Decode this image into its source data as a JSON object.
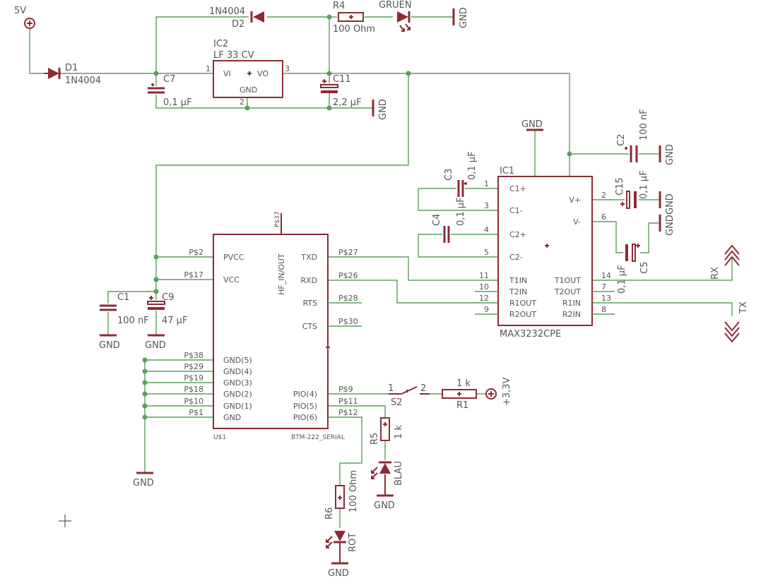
{
  "components": {
    "d1": {
      "ref": "D1",
      "value": "1N4004"
    },
    "d2": {
      "ref": "D2",
      "value": "1N4004"
    },
    "r4": {
      "ref": "R4",
      "value": "100 Ohm"
    },
    "led_gruen": {
      "value": "GRUEN"
    },
    "ic2": {
      "ref": "IC2",
      "value": "LF 33 CV",
      "pin_vi": "VI",
      "pin_vo": "VO",
      "pin_gnd": "GND",
      "pin1": "1",
      "pin2": "2",
      "pin3": "3"
    },
    "c7": {
      "ref": "C7",
      "value": "0,1 µF"
    },
    "c11": {
      "ref": "C11",
      "value": "2,2 µF"
    },
    "c1": {
      "ref": "C1",
      "value": "100 nF"
    },
    "c9": {
      "ref": "C9",
      "value": "47 µF"
    },
    "c2": {
      "ref": "C2",
      "value": "100 nF"
    },
    "c3": {
      "ref": "C3",
      "value": "0,1 µF"
    },
    "c4": {
      "ref": "C4",
      "value": "0,1 µF"
    },
    "c15": {
      "ref": "C15",
      "value": "0,1 µF"
    },
    "c5": {
      "ref": "C5",
      "value": "0,1 µF"
    },
    "ic1": {
      "ref": "IC1",
      "value": "MAX3232CPE"
    },
    "r1": {
      "ref": "R1",
      "value": "1 k"
    },
    "s2": {
      "ref": "S2",
      "pin1": "1",
      "pin2": "2"
    },
    "r5": {
      "ref": "R5",
      "value": "1 k"
    },
    "led_blau": {
      "value": "BLAU"
    },
    "r6": {
      "ref": "R6",
      "value": "100 Ohm"
    },
    "led_rot": {
      "value": "ROT"
    },
    "u1": {
      "ref": "U$1",
      "value": "BTM-222_SERIAL",
      "top_pin": "P$37",
      "hf_pin": "HF_IN/OUT"
    }
  },
  "supplies": {
    "v5": "5V",
    "v33": "+3,3V",
    "gnd": "GND",
    "rx": "RX",
    "tx": "TX"
  },
  "u1_left_pins": [
    {
      "num": "P$2",
      "name": "PVCC"
    },
    {
      "num": "P$17",
      "name": "VCC"
    },
    {
      "num": "P$38",
      "name": "GND(5)"
    },
    {
      "num": "P$29",
      "name": "GND(4)"
    },
    {
      "num": "P$19",
      "name": "GND(3)"
    },
    {
      "num": "P$18",
      "name": "GND(2)"
    },
    {
      "num": "P$10",
      "name": "GND(1)"
    },
    {
      "num": "P$1",
      "name": "GND"
    }
  ],
  "u1_right_pins": [
    {
      "num": "P$27",
      "name": "TXD"
    },
    {
      "num": "P$26",
      "name": "RXD"
    },
    {
      "num": "P$28",
      "name": "RTS"
    },
    {
      "num": "P$30",
      "name": "CTS"
    },
    {
      "num": "P$9",
      "name": "PIO(4)"
    },
    {
      "num": "P$11",
      "name": "PIO(5)"
    },
    {
      "num": "P$12",
      "name": "PIO(6)"
    }
  ],
  "ic1_left_pins": [
    {
      "num": "1",
      "name": "C1+"
    },
    {
      "num": "3",
      "name": "C1-"
    },
    {
      "num": "4",
      "name": "C2+"
    },
    {
      "num": "5",
      "name": "C2-"
    },
    {
      "num": "11",
      "name": "T1IN"
    },
    {
      "num": "10",
      "name": "T2IN"
    },
    {
      "num": "12",
      "name": "R1OUT"
    },
    {
      "num": "9",
      "name": "R2OUT"
    }
  ],
  "ic1_right_pins": [
    {
      "num": "2",
      "name": "V+"
    },
    {
      "num": "6",
      "name": "V-"
    },
    {
      "num": "14",
      "name": "T1OUT"
    },
    {
      "num": "7",
      "name": "T2OUT"
    },
    {
      "num": "13",
      "name": "R1IN"
    },
    {
      "num": "8",
      "name": "R2IN"
    }
  ]
}
